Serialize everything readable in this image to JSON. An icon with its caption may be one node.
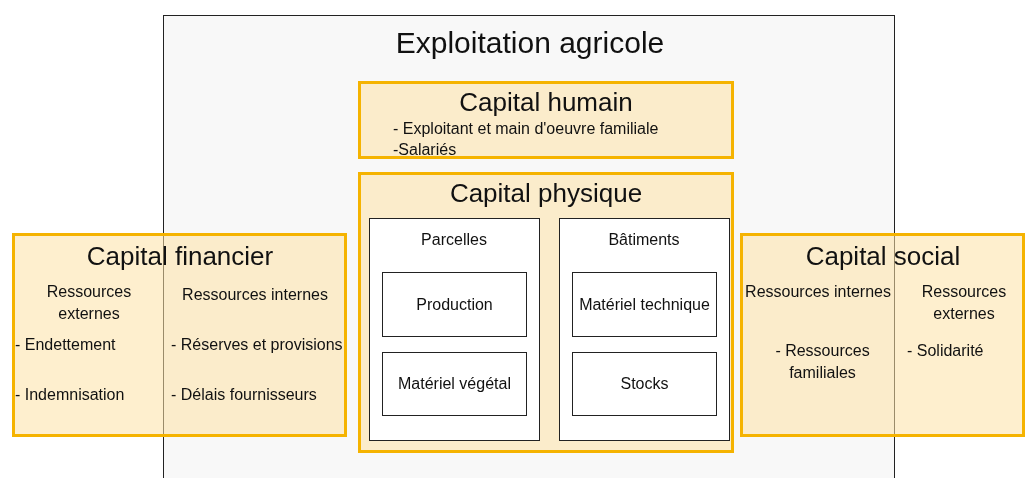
{
  "diagram": {
    "nodes": [
      {
        "text": [
          "Exploitation agricole"
        ]
      },
      {
        "text": [
          "Capital humain",
          "- Exploitant et main d'oeuvre familiale",
          "-Salariés"
        ],
        "in": 0
      },
      {
        "text": [
          "Capital physique"
        ],
        "in": 0
      },
      {
        "text": [
          "Parcelles"
        ],
        "in": 2
      },
      {
        "text": [
          "Production"
        ],
        "in": 3
      },
      {
        "text": [
          "Matériel végétal"
        ],
        "in": 3
      },
      {
        "text": [
          "Bâtiments"
        ],
        "in": 2
      },
      {
        "text": [
          "Matériel technique"
        ],
        "in": 6
      },
      {
        "text": [
          "Stocks"
        ],
        "in": 6
      },
      {
        "text": [
          "Capital financier",
          "Ressources externes",
          "Ressources internes",
          "- Endettement",
          "- Indemnisation",
          "- Réserves et provisions",
          "- Délais fournisseurs"
        ]
      },
      {
        "text": [
          "Capital social",
          "Ressources internes",
          "Ressources externes",
          "- Ressources familiales",
          "- Solidarité"
        ]
      }
    ]
  }
}
